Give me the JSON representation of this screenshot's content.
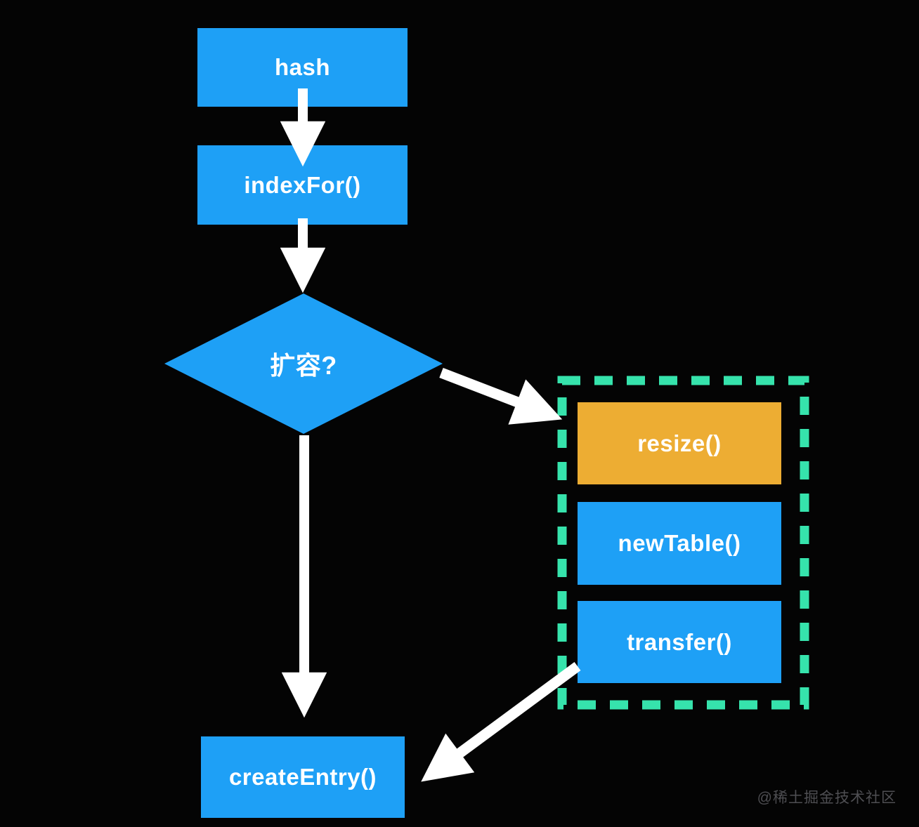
{
  "diagram": {
    "title_hint": "HashMap put flow",
    "background": "#040404",
    "colors": {
      "node_blue": "#1EA0F6",
      "node_orange": "#EDAD33",
      "dashed_group_border": "#36E3AC",
      "arrow": "#FFFFFF",
      "node_text": "#FFFFFF",
      "watermark_text": "#4E4E52"
    },
    "nodes": {
      "hash": {
        "label": "hash",
        "shape": "rect",
        "color": "#1EA0F6"
      },
      "indexFor": {
        "label": "indexFor()",
        "shape": "rect",
        "color": "#1EA0F6"
      },
      "decision": {
        "label": "扩容?",
        "shape": "diamond",
        "color": "#1EA0F6"
      },
      "resize": {
        "label": "resize()",
        "shape": "rect",
        "color": "#EDAD33"
      },
      "newTable": {
        "label": "newTable()",
        "shape": "rect",
        "color": "#1EA0F6"
      },
      "transfer": {
        "label": "transfer()",
        "shape": "rect",
        "color": "#1EA0F6"
      },
      "createEntry": {
        "label": "createEntry()",
        "shape": "rect",
        "color": "#1EA0F6"
      }
    },
    "group": {
      "members": [
        "resize",
        "newTable",
        "transfer"
      ],
      "border_style": "dashed",
      "border_color": "#36E3AC"
    },
    "edges": [
      {
        "from": "hash",
        "to": "indexFor"
      },
      {
        "from": "indexFor",
        "to": "decision"
      },
      {
        "from": "decision",
        "to": "resize-group"
      },
      {
        "from": "decision",
        "to": "createEntry"
      },
      {
        "from": "transfer",
        "to": "createEntry"
      }
    ],
    "watermark": "@稀土掘金技术社区"
  }
}
